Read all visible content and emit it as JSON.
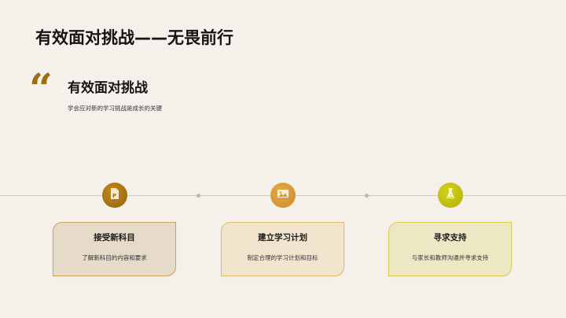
{
  "slide": {
    "title": "有效面对挑战——无畏前行",
    "quote_icon": "left-double-quote-icon",
    "subtitle": "有效面对挑战",
    "description": "学会应对新的学习挑战是成长的关键",
    "accent_color": "#9c6f14"
  },
  "timeline": {
    "steps": [
      {
        "icon": "powerpoint-file-icon",
        "icon_color": "#a8730f",
        "title": "接受新科目",
        "description": "了解新科目的内容和要求",
        "card_bg": "#e6dbc8",
        "card_border": "#c9a45a"
      },
      {
        "icon": "image-icon",
        "icon_color": "#d99a35",
        "title": "建立学习计划",
        "description": "制定合理的学习计划和目标",
        "card_bg": "#f1e5cd",
        "card_border": "#e2bb6c"
      },
      {
        "icon": "flask-icon",
        "icon_color": "#c4c113",
        "title": "寻求支持",
        "description": "与家长和教师沟通并寻求支持",
        "card_bg": "#ede7c4",
        "card_border": "#d6cf4e"
      }
    ]
  }
}
